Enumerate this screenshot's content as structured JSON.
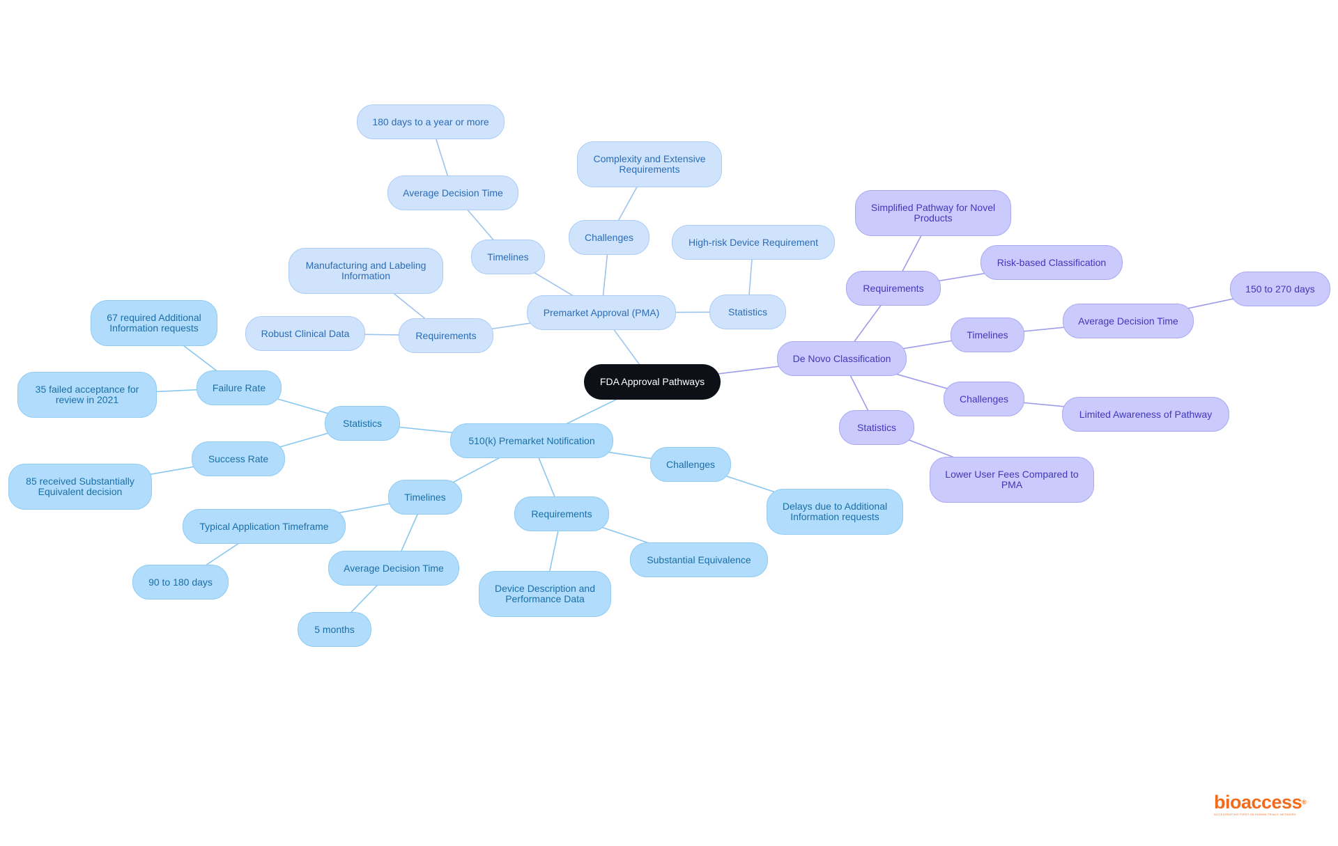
{
  "colors": {
    "root": "#0d1117",
    "green": "#b1dcfb",
    "blue": "#cfe3fc",
    "purple": "#cacafd",
    "edge_green": "#86c7ef",
    "edge_blue": "#9ec2ec",
    "edge_purple": "#9e9aeb",
    "brand": "#f26b1d"
  },
  "nodes": {
    "root": "FDA Approval Pathways",
    "pma": "Premarket Approval (PMA)",
    "pma_timelines": "Timelines",
    "pma_avg_decision": "Average Decision Time",
    "pma_avg_value": "180 days to a year or more",
    "pma_challenges": "Challenges",
    "pma_challenges_value": "Complexity and Extensive Requirements",
    "pma_statistics": "Statistics",
    "pma_stat_value": "High-risk Device Requirement",
    "pma_requirements": "Requirements",
    "pma_req_manufacturing": "Manufacturing and Labeling Information",
    "pma_req_clinical": "Robust Clinical Data",
    "k510": "510(k) Premarket Notification",
    "k510_statistics": "Statistics",
    "k510_failure": "Failure Rate",
    "k510_failure_a": "67 required Additional Information requests",
    "k510_failure_b": "35 failed acceptance for review in 2021",
    "k510_success": "Success Rate",
    "k510_success_value": "85 received Substantially Equivalent decision",
    "k510_timelines": "Timelines",
    "k510_typical": "Typical Application Timeframe",
    "k510_typical_value": "90 to 180 days",
    "k510_avg": "Average Decision Time",
    "k510_avg_value": "5 months",
    "k510_requirements": "Requirements",
    "k510_req_device": "Device Description and Performance Data",
    "k510_req_subst": "Substantial Equivalence",
    "k510_challenges": "Challenges",
    "k510_challenges_value": "Delays due to Additional Information requests",
    "denovo": "De Novo Classification",
    "denovo_requirements": "Requirements",
    "denovo_req_simplified": "Simplified Pathway for Novel Products",
    "denovo_req_risk": "Risk-based Classification",
    "denovo_timelines": "Timelines",
    "denovo_avg": "Average Decision Time",
    "denovo_avg_value": "150 to 270 days",
    "denovo_challenges": "Challenges",
    "denovo_challenges_value": "Limited Awareness of Pathway",
    "denovo_statistics": "Statistics",
    "denovo_stat_value": "Lower User Fees Compared to PMA"
  },
  "logo": {
    "word": "bioaccess",
    "registered": "®",
    "tagline": "ACCELERATING FIRST-IN-HUMAN TRIALS NETWORK"
  }
}
